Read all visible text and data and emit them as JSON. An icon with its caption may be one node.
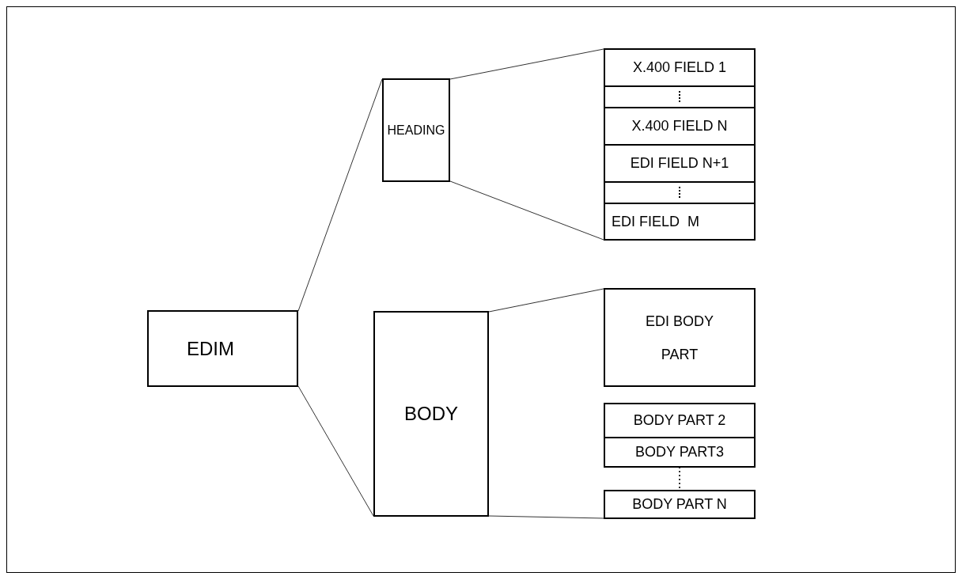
{
  "diagram": {
    "nodes": [
      {
        "text": [
          "EDIM"
        ]
      },
      {
        "text": [
          "HEADING"
        ]
      },
      {
        "text": [
          "X.400 FIELD 1"
        ]
      },
      {
        "text": [],
        "shape": "box"
      },
      {
        "text": [
          "X.400 FIELD N"
        ]
      },
      {
        "text": [
          "EDI FIELD N+1"
        ]
      },
      {
        "text": [],
        "shape": "box"
      },
      {
        "text": [
          "EDI FIELD  M"
        ]
      },
      {
        "text": [
          "BODY"
        ]
      },
      {
        "text": [
          "EDI BODY PART"
        ]
      },
      {
        "text": [
          "BODY PART 2"
        ]
      },
      {
        "text": [
          "BODY PART3"
        ]
      },
      {
        "text": [
          "BODY PART N"
        ]
      }
    ],
    "edges": [
      {
        "from": 0,
        "to": 1,
        "arrow": "none"
      },
      {
        "from": 0,
        "to": 8,
        "arrow": "none"
      },
      {
        "from": 1,
        "to": 2,
        "arrow": "none"
      },
      {
        "from": 1,
        "to": 7,
        "arrow": "none"
      },
      {
        "from": 8,
        "to": 9,
        "arrow": "none"
      },
      {
        "from": 8,
        "to": 12,
        "arrow": "none"
      },
      {
        "from": 11,
        "to": 12,
        "arrow": "none",
        "style": "dashed"
      }
    ]
  }
}
